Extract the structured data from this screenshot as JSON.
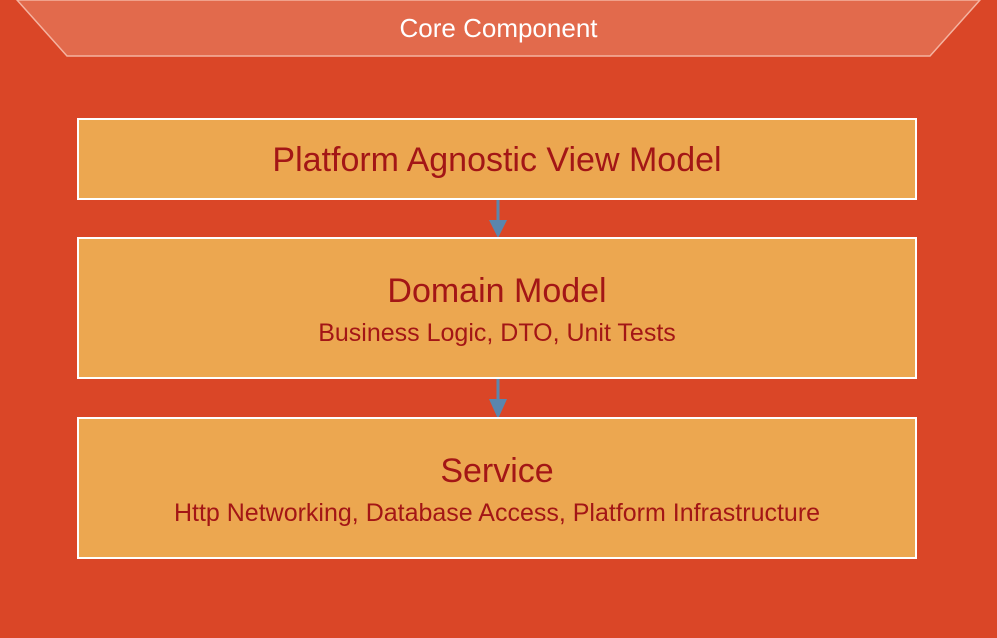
{
  "container": {
    "title": "Core Component"
  },
  "layers": [
    {
      "title": "Platform Agnostic View Model",
      "subtitle": ""
    },
    {
      "title": "Domain Model",
      "subtitle": "Business Logic, DTO, Unit Tests"
    },
    {
      "title": "Service",
      "subtitle": "Http Networking, Database Access, Platform Infrastructure"
    }
  ],
  "colors": {
    "container_fill": "#da4627",
    "header_fill": "#e26a4c",
    "layer_fill": "#eca750",
    "layer_text": "#a31616",
    "arrow": "#5a86ad",
    "header_text": "#ffffff"
  }
}
